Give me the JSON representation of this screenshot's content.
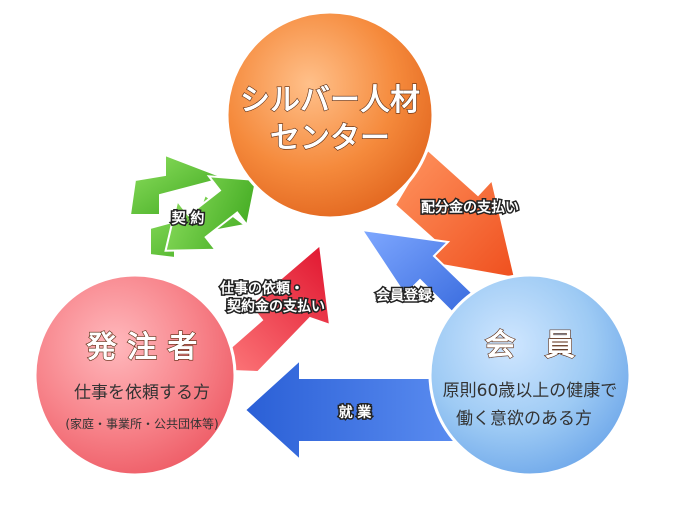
{
  "nodes": {
    "center": {
      "line1": "シルバー人材",
      "line2": "センター"
    },
    "client": {
      "title": "発 注 者",
      "sub1": "仕事を依頼する方",
      "sub2": "(家庭・事業所・公共団体等)"
    },
    "member": {
      "title": "会　員",
      "sub1": "原則60歳以上の健康で",
      "sub2": "働く意欲のある方"
    }
  },
  "arrows": {
    "contract": "契 約",
    "request_line1": "仕事の依頼・",
    "request_line2": "契約金の支払い",
    "distribution": "配分金の支払い",
    "registration": "会員登録",
    "work": "就 業"
  },
  "colors": {
    "center": "#f58a3c",
    "client": "#f46f78",
    "member": "#8fc0f0",
    "contract_arrow": "#55c22b",
    "request_arrow": "#e8243c",
    "distribution_arrow": "#f2642e",
    "member_arrows": "#3a74e4"
  }
}
